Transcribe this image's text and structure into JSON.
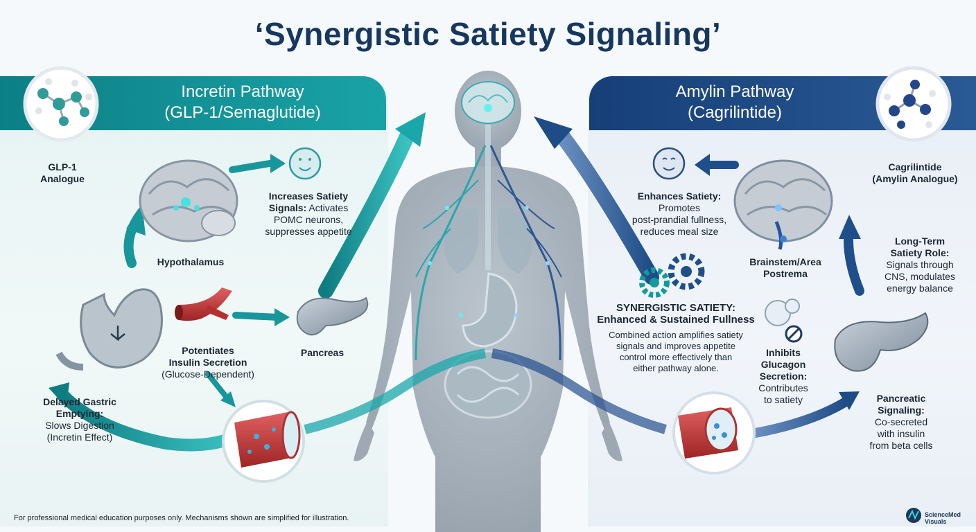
{
  "title": "‘Synergistic Satiety Signaling’",
  "left_panel": {
    "header_line1": "Incretin Pathway",
    "header_line2": "(GLP-1/Semaglutide)",
    "molecule_label_l1": "GLP-1",
    "molecule_label_l2": "Analogue",
    "hypothalamus": "Hypothalamus",
    "satiety_title_l1": "Increases Satiety",
    "satiety_title_l2": "Signals:",
    "satiety_desc_l2": "Activates",
    "satiety_desc_l3": "POMC neurons,",
    "satiety_desc_l4": "suppresses appetite",
    "insulin_title_l1": "Potentiates",
    "insulin_title_l2": "Insulin Secretion",
    "insulin_desc": "(Glucose-Dependent)",
    "pancreas": "Pancreas",
    "gastric_title_l1": "Delayed Gastric",
    "gastric_title_l2": "Emptying:",
    "gastric_desc_l1": "Slows Digestion",
    "gastric_desc_l2": "(Incretin Effect)"
  },
  "right_panel": {
    "header_line1": "Amylin Pathway",
    "header_line2": "(Cagrilintide)",
    "molecule_label_l1": "Cagrilintide",
    "molecule_label_l2": "(Amylin Analogue)",
    "enhances_title": "Enhances Satiety:",
    "enhances_desc_l1": "Promotes",
    "enhances_desc_l2": "post-prandial fullness,",
    "enhances_desc_l3": "reduces meal size",
    "brainstem_l1": "Brainstem/Area",
    "brainstem_l2": "Postrema",
    "longterm_title_l1": "Long-Term",
    "longterm_title_l2": "Satiety Role:",
    "longterm_desc_l1": "Signals through",
    "longterm_desc_l2": "CNS, modulates",
    "longterm_desc_l3": "energy balance",
    "glucagon_title_l1": "Inhibits",
    "glucagon_title_l2": "Glucagon",
    "glucagon_title_l3": "Secretion:",
    "glucagon_desc_l1": "Contributes",
    "glucagon_desc_l2": "to satiety",
    "pancreatic_title_l1": "Pancreatic",
    "pancreatic_title_l2": "Signaling:",
    "pancreatic_desc_l1": "Co-secreted",
    "pancreatic_desc_l2": "with insulin",
    "pancreatic_desc_l3": "from beta cells"
  },
  "center": {
    "synergy_title_l1": "SYNERGISTIC SATIETY:",
    "synergy_title_l2": "Enhanced & Sustained Fullness",
    "synergy_desc_l1": "Combined action amplifies satiety",
    "synergy_desc_l2": "signals and improves appetite",
    "synergy_desc_l3": "control more effectively than",
    "synergy_desc_l4": "either pathway alone."
  },
  "footer": "For professional medical education purposes only. Mechanisms shown are simplified for illustration.",
  "logo": {
    "line1": "ScienceMed",
    "line2": "Visuals"
  },
  "colors": {
    "teal": "#12959a",
    "navy": "#1f4f8a",
    "title": "#16375e",
    "artery_red": "#c0392b"
  }
}
